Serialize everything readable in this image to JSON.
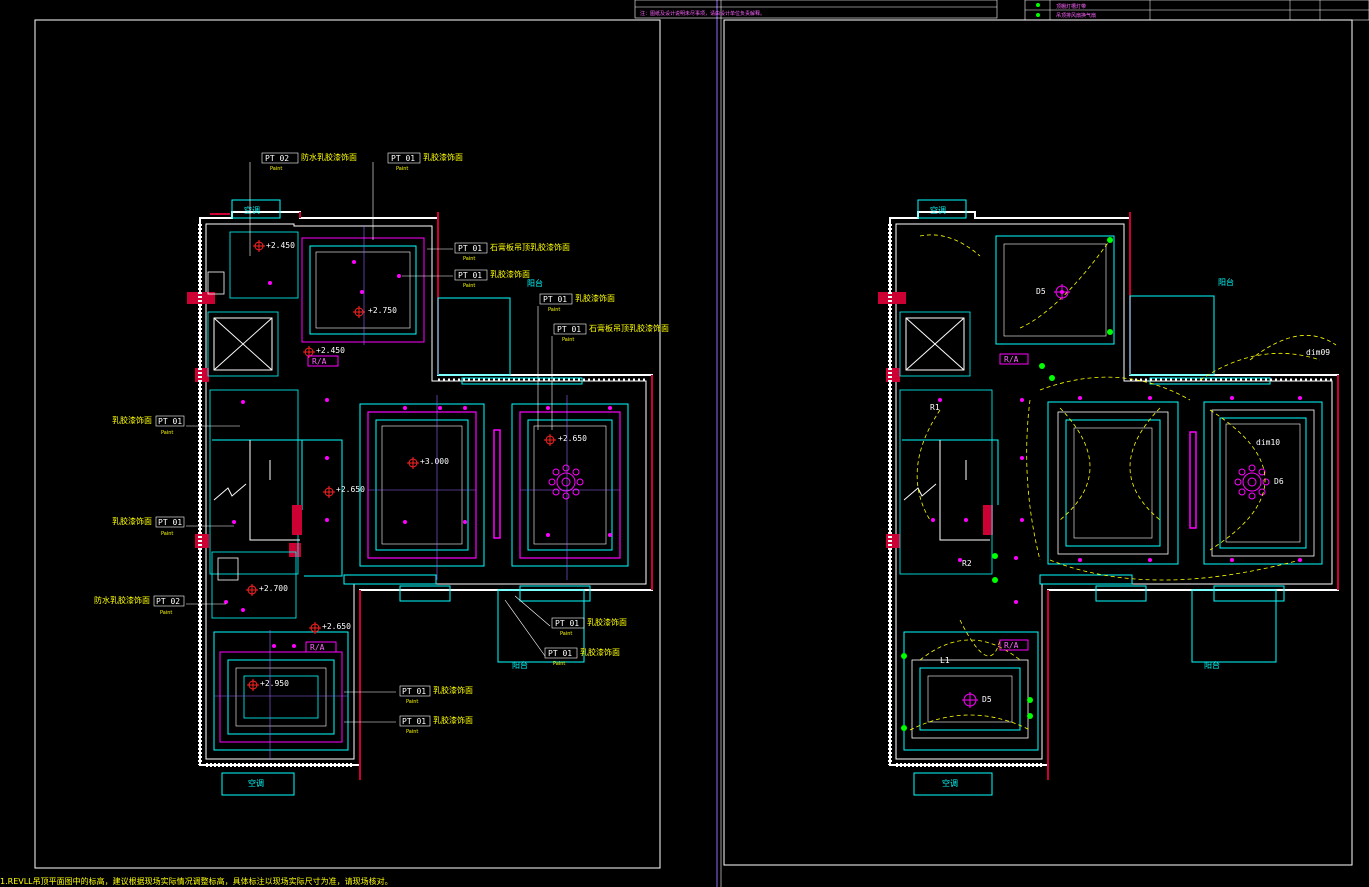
{
  "drawing": {
    "colors": {
      "background": "#000000",
      "wall": "#ffffff",
      "wall_red": "#cc0033",
      "cyan": "#00ffff",
      "magenta": "#ff00ff",
      "yellow": "#ffff00",
      "red": "#ff2222",
      "green": "#00ff00",
      "violet": "#9966ff"
    },
    "left_plan": {
      "tags": [
        {
          "code": "PT 02",
          "sub": "Paint",
          "note": "防水乳胶漆饰面"
        },
        {
          "code": "PT 01",
          "sub": "Paint",
          "note": "乳胶漆饰面"
        },
        {
          "code": "PT 01",
          "sub": "Paint",
          "note": "石膏板吊顶乳胶漆饰面"
        },
        {
          "code": "PT 01",
          "sub": "Paint",
          "note": "乳胶漆饰面"
        },
        {
          "code": "PT 01",
          "sub": "Paint",
          "note": "乳胶漆饰面"
        },
        {
          "code": "PT 01",
          "sub": "Paint",
          "note": "石膏板吊顶乳胶漆饰面"
        },
        {
          "code": "PT 01",
          "sub": "Paint",
          "note": "乳胶漆饰面"
        },
        {
          "code": "PT 01",
          "sub": "Paint",
          "note": "乳胶漆饰面"
        },
        {
          "code": "PT 02",
          "sub": "Paint",
          "note": "防水乳胶漆饰面"
        },
        {
          "code": "PT 01",
          "sub": "Paint",
          "note": "乳胶漆饰面"
        },
        {
          "code": "PT 01",
          "sub": "Paint",
          "note": "乳胶漆饰面"
        },
        {
          "code": "PT 01",
          "sub": "Paint",
          "note": "乳胶漆饰面"
        },
        {
          "code": "PT 01",
          "sub": "Paint",
          "note": "乳胶漆饰面"
        }
      ],
      "elevations": [
        "+2.450",
        "+2.750",
        "+2.450",
        "+3.000",
        "+2.650",
        "+2.650",
        "+2.700",
        "+2.650",
        "+2.950"
      ],
      "ra_label": "R/A",
      "balcony": "阳台",
      "ac": "空调"
    },
    "right_plan": {
      "fixture_labels": [
        "D5",
        "D5",
        "D6",
        "R1",
        "R2",
        "L1",
        "dim10",
        "dim09"
      ],
      "balcony": "阳台",
      "ac": "空调",
      "ra_label": "R/A"
    },
    "notes_top": "注：图纸及设计说明未尽事项，请由设计单位负责解释。",
    "legend_top": [
      {
        "name": "顶棚灯槽灯带",
        "spec": "",
        "a": "",
        "b": ""
      },
      {
        "name": "吊顶排风扇换气扇",
        "spec": "",
        "a": "",
        "b": ""
      }
    ],
    "bottom_note": "1.REVLL吊顶平面图中的标高，建议根据现场实际情况调整标高，具体标注以现场实际尺寸为准，请现场核对。"
  }
}
